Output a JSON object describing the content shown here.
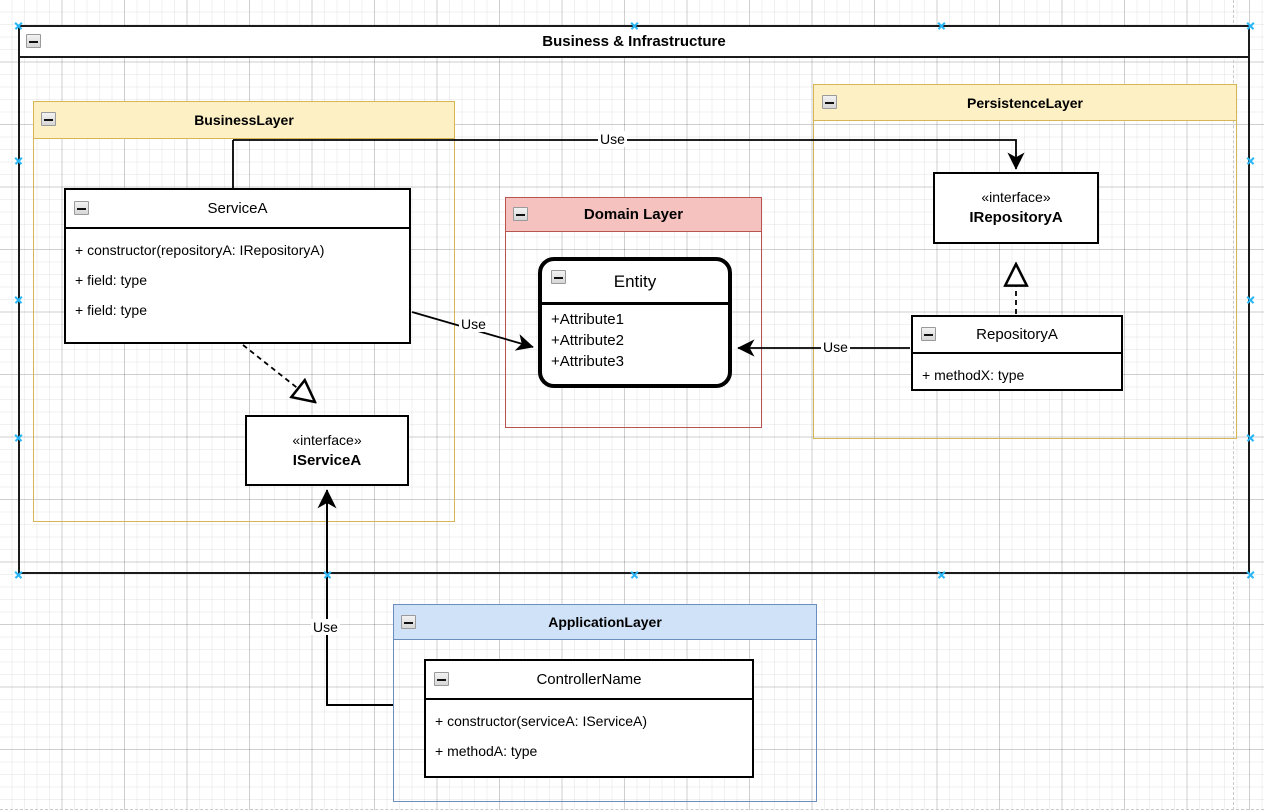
{
  "diagram": {
    "type": "uml-class-diagram",
    "title": "Business & Infrastructure"
  },
  "containers": {
    "outer": {
      "label": "Business & Infrastructure",
      "collapse_icon": "collapse-minus-icon",
      "header_bg": "#ffffff",
      "border": "#1b1b1b"
    },
    "business": {
      "label": "BusinessLayer",
      "collapse_icon": "collapse-minus-icon",
      "header_bg": "#fdf0c4",
      "border": "#d6b656"
    },
    "persistence": {
      "label": "PersistenceLayer",
      "collapse_icon": "collapse-minus-icon",
      "header_bg": "#fdf0c4",
      "border": "#d6b656"
    },
    "domain": {
      "label": "Domain Layer",
      "collapse_icon": "collapse-minus-icon",
      "header_bg": "#f5c2c0",
      "border": "#b85450"
    },
    "application": {
      "label": "ApplicationLayer",
      "collapse_icon": "collapse-minus-icon",
      "header_bg": "#cfe2f7",
      "border": "#6c8ebf"
    }
  },
  "classes": {
    "serviceA": {
      "name": "ServiceA",
      "collapse_icon": "collapse-minus-icon",
      "members": [
        "+ constructor(repositoryA: IRepositoryA)",
        "+ field: type",
        "+ field: type"
      ]
    },
    "entity": {
      "name": "Entity",
      "collapse_icon": "collapse-minus-icon",
      "attributes": [
        "+Attribute1",
        "+Attribute2",
        "+Attribute3"
      ]
    },
    "repositoryA": {
      "name": "RepositoryA",
      "collapse_icon": "collapse-minus-icon",
      "members": [
        "+ methodX: type"
      ]
    },
    "controllerName": {
      "name": "ControllerName",
      "collapse_icon": "collapse-minus-icon",
      "members": [
        "+ constructor(serviceA: IServiceA)",
        "+ methodA: type"
      ]
    }
  },
  "interfaces": {
    "iserviceA": {
      "stereotype": "«interface»",
      "name": "IServiceA"
    },
    "irepositoryA": {
      "stereotype": "«interface»",
      "name": "IRepositoryA"
    }
  },
  "edges": [
    {
      "id": "business-uses-irepositorya",
      "label": "Use",
      "from": "BusinessLayer",
      "to": "IRepositoryA",
      "style": "solid-open-arrow"
    },
    {
      "id": "servicea-uses-entity",
      "label": "Use",
      "from": "ServiceA",
      "to": "Entity",
      "style": "solid-open-arrow"
    },
    {
      "id": "repositorya-uses-entity",
      "label": "Use",
      "from": "RepositoryA",
      "to": "Entity",
      "style": "solid-open-arrow"
    },
    {
      "id": "controller-uses-iservicea",
      "label": "Use",
      "from": "ApplicationLayer",
      "to": "IServiceA",
      "style": "solid-open-arrow"
    },
    {
      "id": "servicea-realizes-iservicea",
      "label": "",
      "from": "ServiceA",
      "to": "IServiceA",
      "style": "dashed-hollow-triangle"
    },
    {
      "id": "repositorya-realizes-irepositorya",
      "label": "",
      "from": "RepositoryA",
      "to": "IRepositoryA",
      "style": "dashed-hollow-triangle"
    }
  ],
  "edge_labels": {
    "use_top": "Use",
    "use_service_entity": "Use",
    "use_repo_entity": "Use",
    "use_controller_service": "Use"
  },
  "colors": {
    "layer_yellow_fill": "#fdf0c4",
    "layer_yellow_stroke": "#d6b656",
    "layer_red_fill": "#f5c2c0",
    "layer_red_stroke": "#b85450",
    "layer_blue_fill": "#cfe2f7",
    "layer_blue_stroke": "#6c8ebf",
    "line": "#000000",
    "grid": "#e8e8e8",
    "handle": "#29b6f6"
  }
}
